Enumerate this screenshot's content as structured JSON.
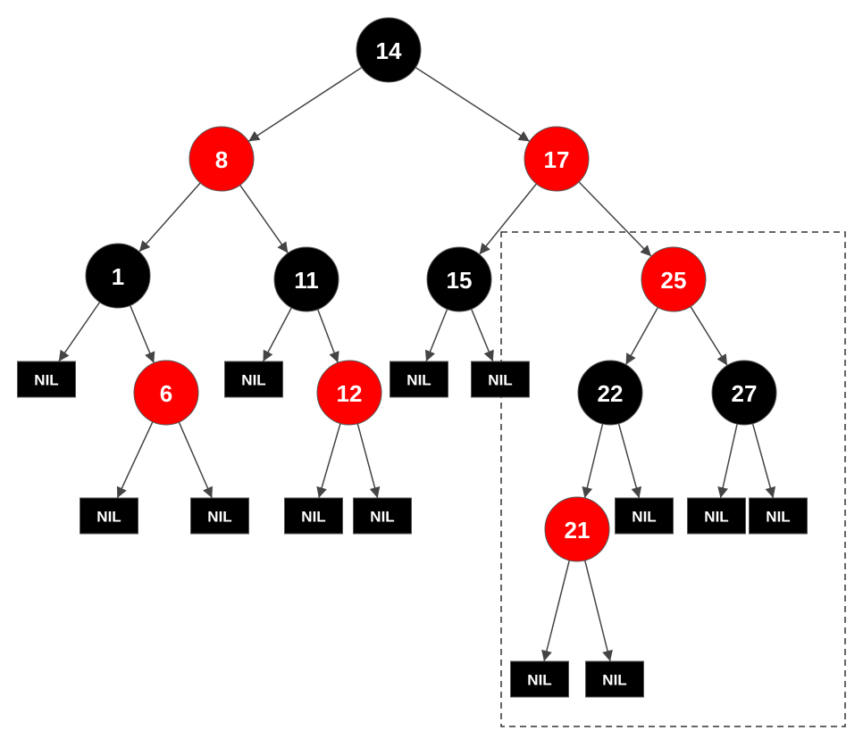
{
  "colors": {
    "red": "#ff0000",
    "black": "#000000",
    "node_stroke": "#555555",
    "label": "#ffffff",
    "edge": "#444444",
    "highlight_border": "#333333"
  },
  "tree": {
    "nodes": [
      {
        "id": "n14",
        "key": "14",
        "color": "black"
      },
      {
        "id": "n8",
        "key": "8",
        "color": "red"
      },
      {
        "id": "n17",
        "key": "17",
        "color": "red"
      },
      {
        "id": "n1",
        "key": "1",
        "color": "black"
      },
      {
        "id": "n11",
        "key": "11",
        "color": "black"
      },
      {
        "id": "n15",
        "key": "15",
        "color": "black"
      },
      {
        "id": "n25",
        "key": "25",
        "color": "red"
      },
      {
        "id": "n6",
        "key": "6",
        "color": "red"
      },
      {
        "id": "n12",
        "key": "12",
        "color": "red"
      },
      {
        "id": "n22",
        "key": "22",
        "color": "black"
      },
      {
        "id": "n27",
        "key": "27",
        "color": "black"
      },
      {
        "id": "n21",
        "key": "21",
        "color": "red"
      }
    ],
    "nil_label": "NIL",
    "nils": [
      "L1",
      "L2",
      "L3",
      "L4",
      "L5",
      "L6",
      "L7",
      "L8",
      "L9",
      "L10",
      "L11",
      "L12",
      "L13"
    ],
    "edges": [
      [
        "n14",
        "n8"
      ],
      [
        "n14",
        "n17"
      ],
      [
        "n8",
        "n1"
      ],
      [
        "n8",
        "n11"
      ],
      [
        "n17",
        "n15"
      ],
      [
        "n17",
        "n25"
      ],
      [
        "n1",
        "L1"
      ],
      [
        "n1",
        "n6"
      ],
      [
        "n11",
        "L2"
      ],
      [
        "n11",
        "n12"
      ],
      [
        "n15",
        "L3"
      ],
      [
        "n15",
        "L4"
      ],
      [
        "n25",
        "n22"
      ],
      [
        "n25",
        "n27"
      ],
      [
        "n6",
        "L5"
      ],
      [
        "n6",
        "L6"
      ],
      [
        "n12",
        "L7"
      ],
      [
        "n12",
        "L8"
      ],
      [
        "n22",
        "n21"
      ],
      [
        "n22",
        "L9"
      ],
      [
        "n27",
        "L10"
      ],
      [
        "n27",
        "L11"
      ],
      [
        "n21",
        "L12"
      ],
      [
        "n21",
        "L13"
      ]
    ],
    "highlighted_subtree_root": "n25"
  }
}
